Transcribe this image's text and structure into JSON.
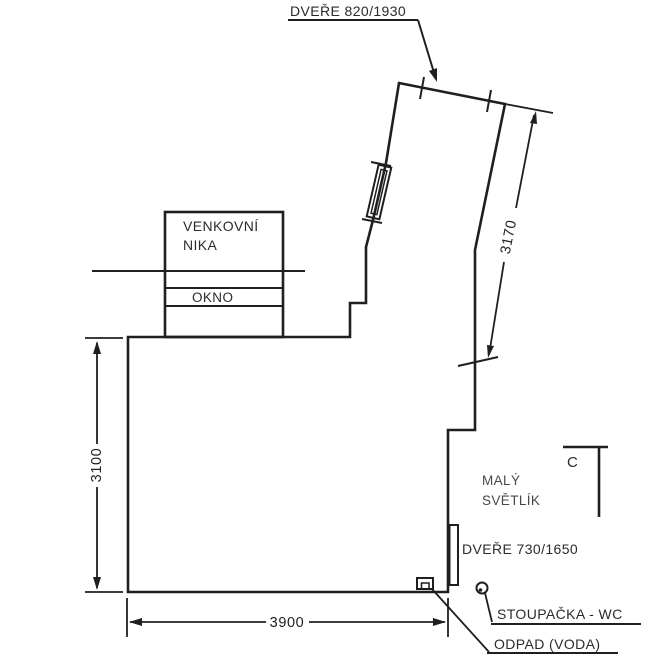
{
  "drawing": {
    "title_label": "DVEŘE 820/1930",
    "labels": {
      "door_top": "DVEŘE 820/1930",
      "niche_line1": "VENKOVNÍ",
      "niche_line2": "NIKA",
      "window": "OKNO",
      "skylight_line1": "MALÝ",
      "skylight_line2": "SVĚTLÍK",
      "door_right": "DVEŘE 730/1650",
      "riser": "STOUPAČKA - WC",
      "drain": "ODPAD (VODA)",
      "section_mark": "C"
    },
    "dimensions": {
      "right_wall": "3170",
      "left_wall": "3100",
      "bottom_wall": "3900"
    },
    "colors": {
      "line": "#1f1f1f",
      "text": "#2b2b2b",
      "background": "#ffffff"
    }
  }
}
